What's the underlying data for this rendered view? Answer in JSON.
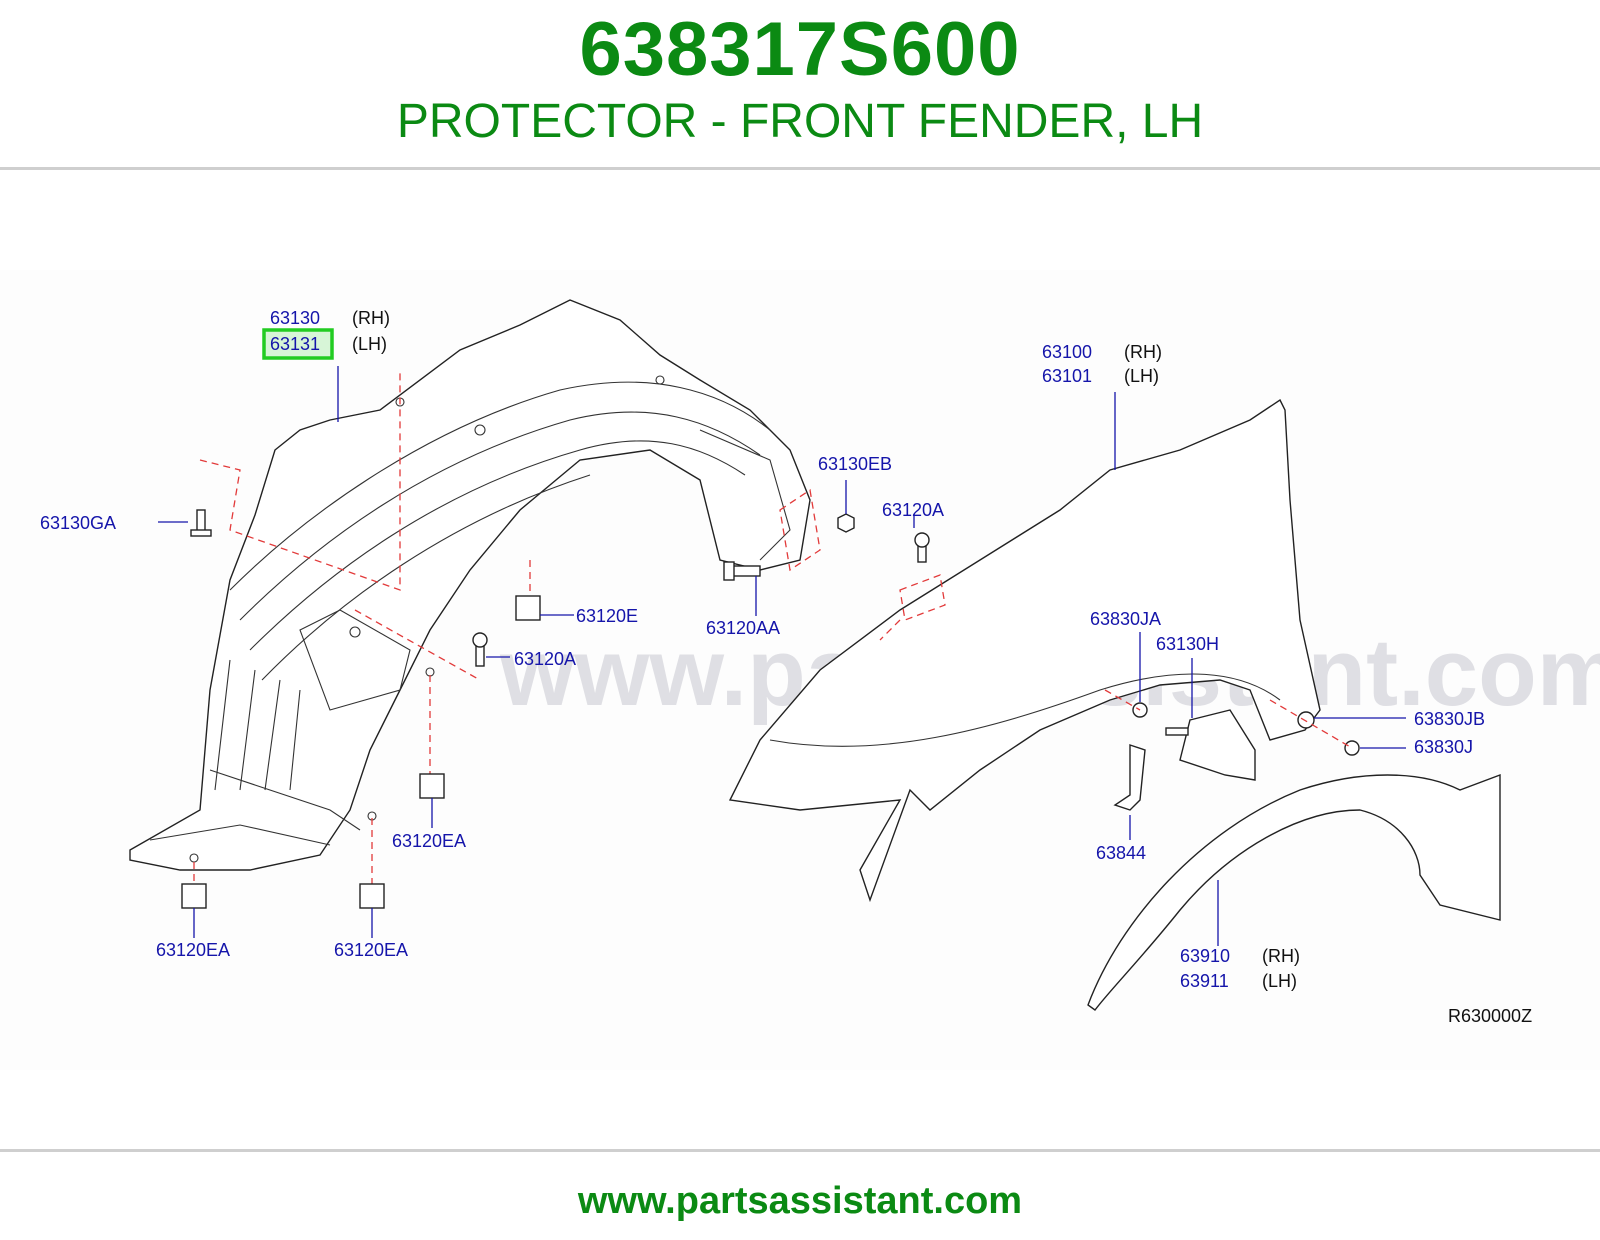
{
  "header": {
    "part_number": "638317S600",
    "description": "PROTECTOR - FRONT FENDER, LH"
  },
  "diagram": {
    "watermark": "www.partsassistant.com",
    "ref_code": "R630000Z",
    "highlight_color": "#22cc22",
    "callouts": {
      "c63130": "63130",
      "c63130_side": "(RH)",
      "c63131": "63131",
      "c63131_side": "(LH)",
      "c63130GA": "63130GA",
      "c63130EB": "63130EB",
      "c63120A_top": "63120A",
      "c63120E": "63120E",
      "c63120AA": "63120AA",
      "c63120A_mid": "63120A",
      "c63120EA_right": "63120EA",
      "c63120EA_left": "63120EA",
      "c63120EA_center": "63120EA",
      "c63100": "63100",
      "c63100_side": "(RH)",
      "c63101": "63101",
      "c63101_side": "(LH)",
      "c63830JA": "63830JA",
      "c63130H": "63130H",
      "c63830JB": "63830JB",
      "c63830J": "63830J",
      "c63844": "63844",
      "c63910": "63910",
      "c63910_side": "(RH)",
      "c63911": "63911",
      "c63911_side": "(LH)"
    }
  },
  "footer": {
    "url": "www.partsassistant.com"
  }
}
